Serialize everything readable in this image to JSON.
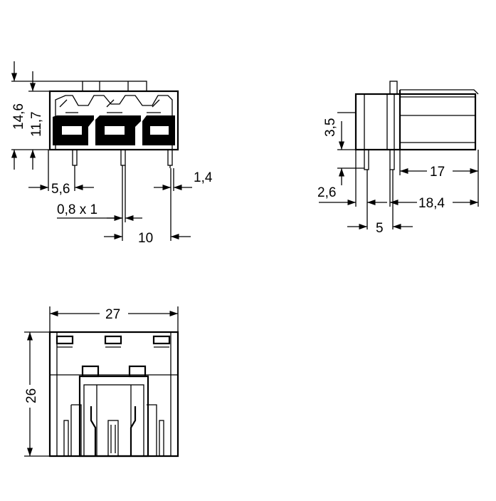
{
  "dimensions": {
    "front": {
      "height_total": "14,6",
      "height_body": "11,7",
      "pin_offset": "5,6",
      "pin_section": "0,8 x 1",
      "pitch": "10",
      "pin_spacing": "1,4"
    },
    "side": {
      "latch_height": "3,5",
      "pin_length": "2,6",
      "body_depth": "17",
      "total_depth": "18,4",
      "pin_distance": "5"
    },
    "top": {
      "width": "27",
      "depth": "26"
    }
  },
  "colors": {
    "line": "#000000",
    "background": "#ffffff"
  }
}
